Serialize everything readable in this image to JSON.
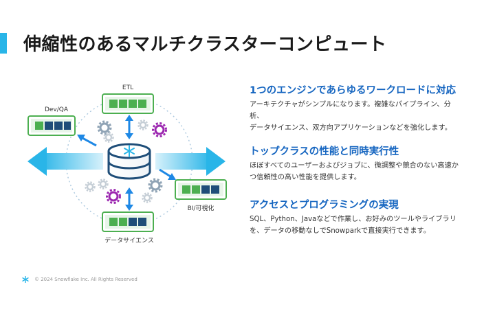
{
  "slide": {
    "title": "伸縮性のあるマルチクラスターコンピュート"
  },
  "diagram": {
    "etl_label": "ETL",
    "devqa_label": "Dev/QA",
    "bi_label": "BI/可視化",
    "datascience_label": "データサイエンス"
  },
  "features": [
    {
      "title": "1つのエンジンであらゆるワークロードに対応",
      "body_line1": "アーキテクチャがシンプルになります。複雑なパイプライン、分",
      "body_line2": "析、",
      "body_line3": "データサイエンス、双方向アプリケーションなどを強化します。"
    },
    {
      "title": "トップクラスの性能と同時実行性",
      "body_line1": "ほぼすべてのユーザーおよびジョブに、微調整や競合のない高速か",
      "body_line2": "つ信頼性の高い性能を提供します。"
    },
    {
      "title": "アクセスとプログラミングの実現",
      "body_line1": "SQL、Python、Javaなどで作業し、お好みのツールやライブラリ",
      "body_line2": "を、データの移動なしでSnowparkで直接実行できます。"
    }
  ],
  "footer": {
    "copyright": "© 2024 Snowflake Inc. All Rights Reserved",
    "logo_icon": "snowflake-logo-icon"
  },
  "colors": {
    "accent": "#29b5e8",
    "title_blue": "#1565c0",
    "green": "#4caf50",
    "navy": "#1f4e79",
    "gear_purple": "#9c27b0"
  }
}
